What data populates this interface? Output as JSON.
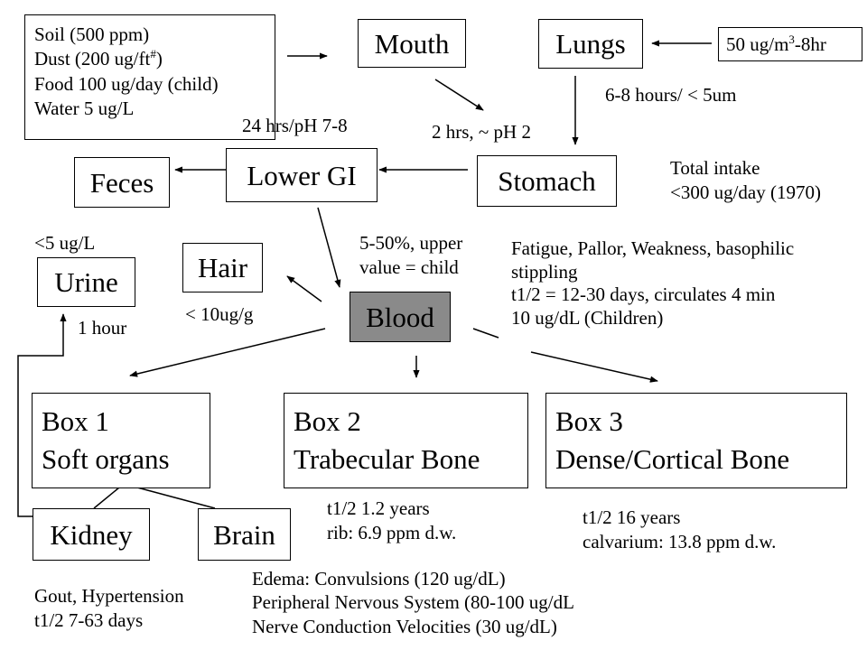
{
  "nodes": {
    "mouth": "Mouth",
    "lungs": "Lungs",
    "lung_exposure": {
      "prefix": "50 ug/m",
      "sup": "3",
      "suffix": "-8hr"
    },
    "stomach": "Stomach",
    "lower_gi": "Lower GI",
    "feces": "Feces",
    "blood": "Blood",
    "hair": "Hair",
    "urine": "Urine",
    "box1": {
      "line1": "Box 1",
      "line2": "Soft organs"
    },
    "box2": {
      "line1": "Box 2",
      "line2": "Trabecular Bone"
    },
    "box3": {
      "line1": "Box 3",
      "line2": "Dense/Cortical Bone"
    },
    "kidney": "Kidney",
    "brain": "Brain"
  },
  "sources": {
    "soil": "Soil (500 ppm)",
    "dust": {
      "prefix": "Dust (200 ug/ft",
      "sup": "#",
      "suffix": ")"
    },
    "food": "Food 100 ug/day (child)",
    "water": "Water 5 ug/L"
  },
  "labels": {
    "lungs_to_stomach": "6-8 hours/ < 5um",
    "mouth_to_stomach": "2 hrs, ~ pH 2",
    "lower_gi_time": "24 hrs/pH 7-8",
    "total_intake": [
      "Total intake",
      "<300 ug/day (1970)"
    ],
    "absorption": [
      "5-50%, upper",
      "value = child"
    ],
    "urine_level": "<5 ug/L",
    "urine_time": "1 hour",
    "hair_level": "< 10ug/g",
    "blood_effects": [
      "Fatigue, Pallor, Weakness, basophilic",
      "stippling",
      "t1/2 = 12-30 days, circulates 4 min",
      "10 ug/dL (Children)"
    ],
    "box2_info": [
      "t1/2 1.2 years",
      "rib: 6.9 ppm d.w."
    ],
    "box3_info": [
      "t1/2 16 years",
      "calvarium: 13.8 ppm d.w."
    ],
    "kidney_info": [
      "Gout, Hypertension",
      "t1/2 7-63 days"
    ],
    "cns_effects": [
      "Edema: Convulsions (120 ug/dL)",
      "Peripheral Nervous System (80-100 ug/dL",
      "Nerve Conduction Velocities (30 ug/dL)"
    ]
  }
}
